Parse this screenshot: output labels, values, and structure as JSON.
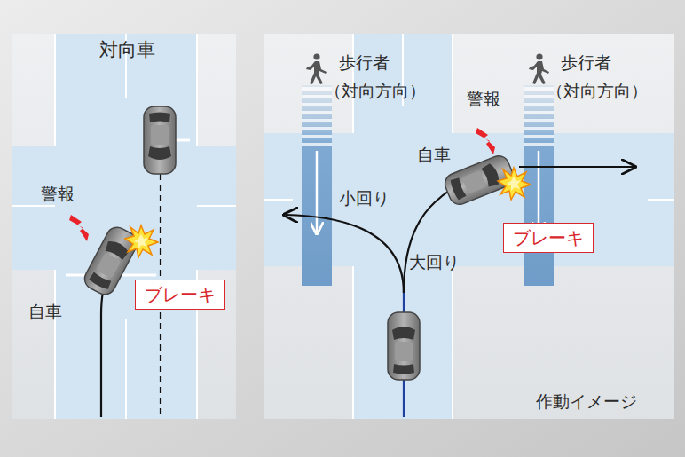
{
  "diagram": {
    "nodes": [
      {
        "text": [
          "ブレーキ"
        ]
      },
      {
        "text": [
          "ブレーキ"
        ]
      }
    ],
    "labels": [
      "対向車",
      "警報",
      "自車",
      "歩行者",
      "（対向方向）",
      "警報",
      "自車",
      "歩行者",
      "（対向方向）",
      "小回り",
      "大回り",
      "作動イメージ"
    ]
  }
}
